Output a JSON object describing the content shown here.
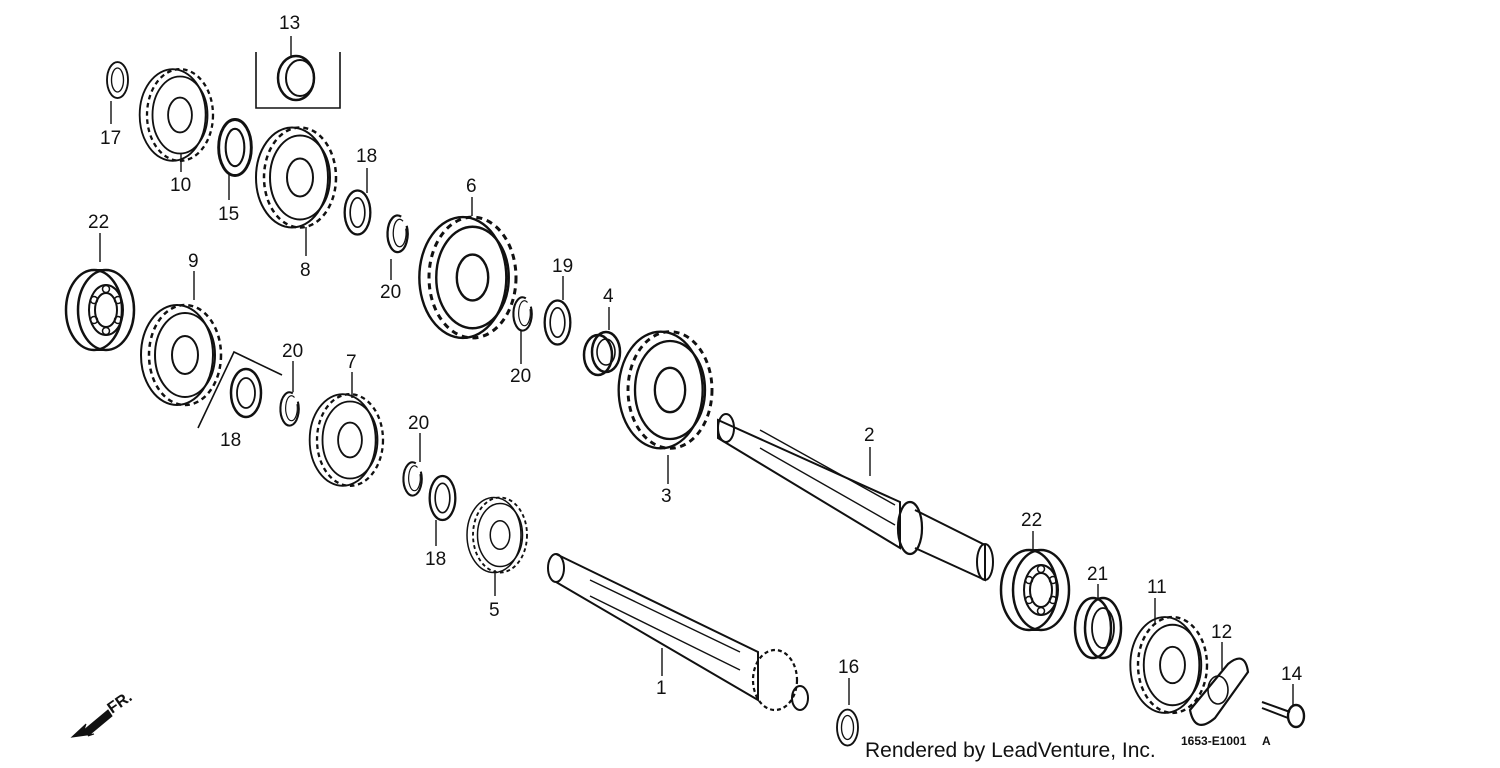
{
  "footer": {
    "credit": "Rendered by LeadVenture, Inc.",
    "drawing_code": "1653-E1001",
    "revision": "A"
  },
  "direction": {
    "label": "FR."
  },
  "callouts": [
    "1",
    "2",
    "3",
    "4",
    "5",
    "6",
    "7",
    "8",
    "9",
    "10",
    "11",
    "12",
    "13",
    "14",
    "15",
    "16",
    "17",
    "18",
    "18",
    "18",
    "19",
    "20",
    "20",
    "20",
    "20",
    "21",
    "22",
    "22"
  ]
}
